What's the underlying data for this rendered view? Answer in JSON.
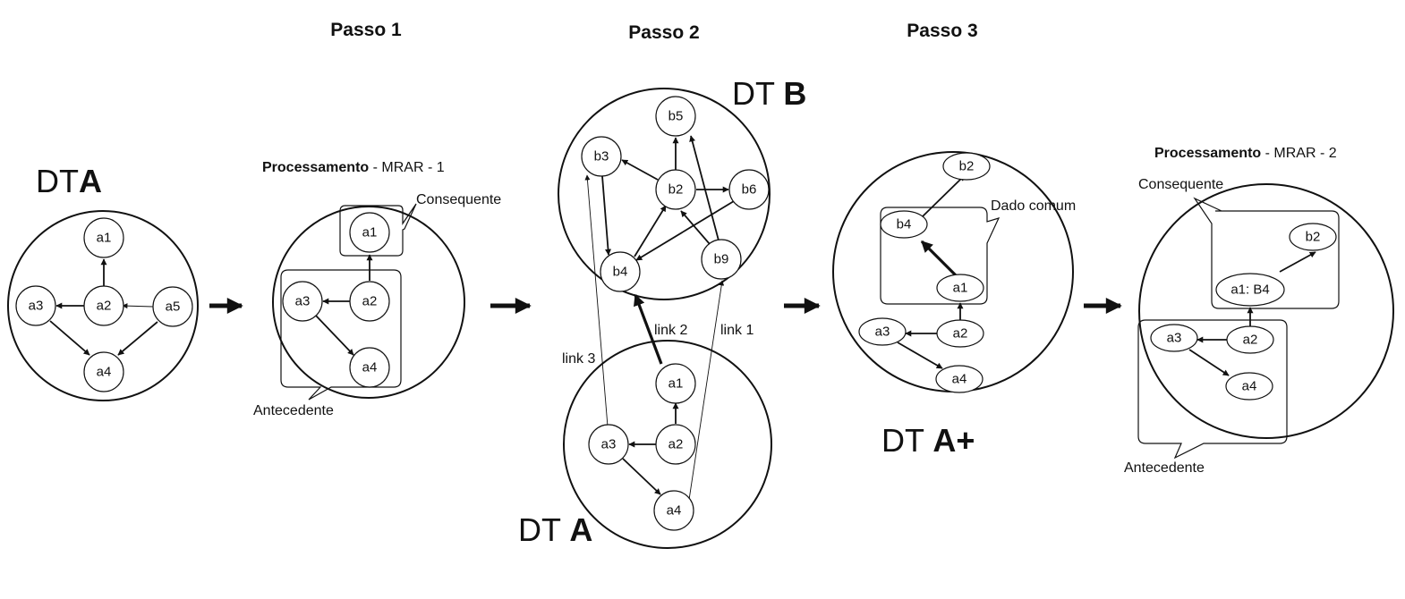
{
  "steps": {
    "step1": "Passo 1",
    "step2": "Passo 2",
    "step3": "Passo 3"
  },
  "dt_a_initial": {
    "prefix": "DT",
    "letter": "A"
  },
  "processing_1": {
    "bold": "Processamento",
    "rest": " - MRAR - 1",
    "consequent": "Consequente",
    "antecedent": "Antecedente"
  },
  "dt_b": {
    "prefix": "DT ",
    "letter": "B"
  },
  "dt_a_step2": {
    "prefix": "DT ",
    "letter": "A"
  },
  "links": {
    "link1": "link 1",
    "link2": "link 2",
    "link3": "link 3"
  },
  "dt_a_plus": {
    "prefix": "DT ",
    "letter": "A+",
    "common_data": "Dado comum"
  },
  "processing_2": {
    "bold": "Processamento",
    "rest": " - MRAR - 2",
    "consequent": "Consequente",
    "antecedent": "Antecedente"
  },
  "nodes": {
    "a1": "a1",
    "a2": "a2",
    "a3": "a3",
    "a4": "a4",
    "a5": "a5",
    "b2": "b2",
    "b3": "b3",
    "b4": "b4",
    "b5": "b5",
    "b6": "b6",
    "b9": "b9",
    "a1_b4": "a1: B4"
  }
}
